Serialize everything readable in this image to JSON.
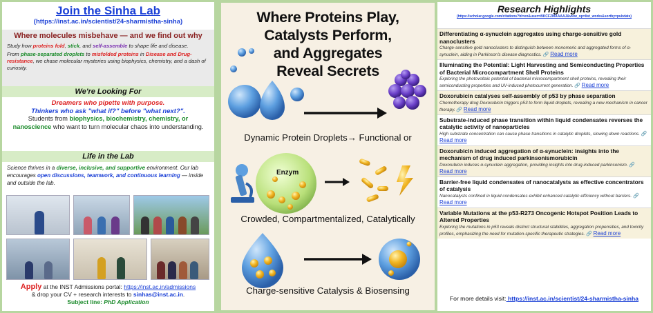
{
  "left": {
    "title": "Join the Sinha Lab",
    "url": "(https://inst.ac.in/scientist/24-sharmistha-sinha)",
    "tagline": "Where molecules misbehave — and we find out why",
    "para1": {
      "a": "Study how ",
      "b": "proteins fold",
      "c": ", ",
      "d": "stick",
      "e": ", and ",
      "f": "self-assemble",
      "g": " to shape life and disease."
    },
    "para2": {
      "a": "From ",
      "b": "phase-separated droplets",
      "c": " to ",
      "d": "misfolded proteins",
      "e": " in ",
      "f": "Disease and Drug-resistance",
      "g": ", we chase molecular mysteries using biophysics, chemistry, and a dash of curiosity."
    },
    "looking_header": "We're Looking For",
    "looking": {
      "line1": "Dreamers who pipette with purpose.",
      "line2": "Thinkers who ask \"what if?\" before \"what next?\".",
      "line3a": "Students from ",
      "line3b": "biophysics, biochemistry, chemistry, or nanoscience",
      "line3c": " who want to turn molecular chaos into understanding."
    },
    "life_header": "Life in the Lab",
    "life": {
      "a": "Science thrives in a ",
      "b": "diverse, inclusive, and supportive",
      "c": " environment. Our lab encourages ",
      "d": "open discussions, teamwork, and continuous learning",
      "e": " — inside and outside the lab."
    },
    "apply": {
      "word": "Apply",
      "text1": " at the INST Admissions portal: ",
      "link": "https://inst.ac.in/admissions",
      "text2": "& drop your CV + research interests to ",
      "email": "sinhas@inst.ac.in",
      "text3": ".",
      "subject_label": "Subject line: ",
      "subject_value": "PhD Application"
    }
  },
  "center": {
    "title_lines": [
      "Where Proteins Play,",
      "Catalysts Perform,",
      "and Aggregates",
      "Reveal Secrets"
    ],
    "caption1": "Dynamic Protein Droplets→ Functional or",
    "enzyme_label": "Enzym",
    "caption2": "Crowded, Compartmentalized, Catalytically",
    "caption3": "Charge-sensitive Catalysis & Biosensing",
    "colors": {
      "blue": "#4a90d9",
      "purple": "#6a3fc8",
      "gold": "#f2b623",
      "green": "#b9e07a"
    }
  },
  "right": {
    "title": "Research Highlights",
    "url": "(https://scholar.google.com/citations?hl=en&user=i9KCFZMAAAAJ&view_op=list_works&sortby=pubdate)",
    "read_more": "Read more",
    "items": [
      {
        "title": "Differentiating α-synuclein aggregates using charge-sensitive gold nanoclusters",
        "desc": "Charge-sensitive gold nanoclusters to distinguish between monomeric and aggregated forms of α-synuclein, aiding in Parkinson's disease diagnostics."
      },
      {
        "title": "Illuminating the Potential: Light Harvesting and Semiconducting Properties of Bacterial Microcompartment Shell Proteins",
        "desc": "Exploring the photovoltaic potential of bacterial microcompartment shell proteins, revealing their semiconducting properties and UV-induced photocurrent generation."
      },
      {
        "title": "Doxorubicin catalyses self-assembly of p53 by phase separation",
        "desc": "Chemotherapy drug Doxorubicin triggers p53 to form liquid droplets, revealing a new mechanism in cancer therapy."
      },
      {
        "title": "Substrate-induced phase transition within liquid condensates reverses the catalytic activity of nanoparticles",
        "desc": "High substrate concentration can cause phase transitions in catalytic droplets, slowing down reactions."
      },
      {
        "title": "Doxorubicin induced aggregation of α-synuclein: insights into the mechanism of drug induced parkinsonismorubicin",
        "desc": "Doxorubicin induces α-synuclein aggregation, providing insights into drug-induced parkinsonism."
      },
      {
        "title": "Barrier-free liquid condensates of nanocatalysts as effective concentrators of catalysis",
        "desc": "Nanocatalysts confined in liquid condensates exhibit enhanced catalytic efficiency without barriers."
      },
      {
        "title": "Variable Mutations at the p53-R273 Oncogenic Hotspot Position Leads to Altered Properties",
        "desc": "Exploring the mutations in p53 reveals distinct structural stabilities, aggregation propensities, and toxicity profiles, emphasizing the need for mutation-specific therapeutic strategies."
      }
    ],
    "footer_text": "For more details visit:",
    "footer_link": " https://inst.ac.in/scientist/24-sharmistha-sinha"
  }
}
